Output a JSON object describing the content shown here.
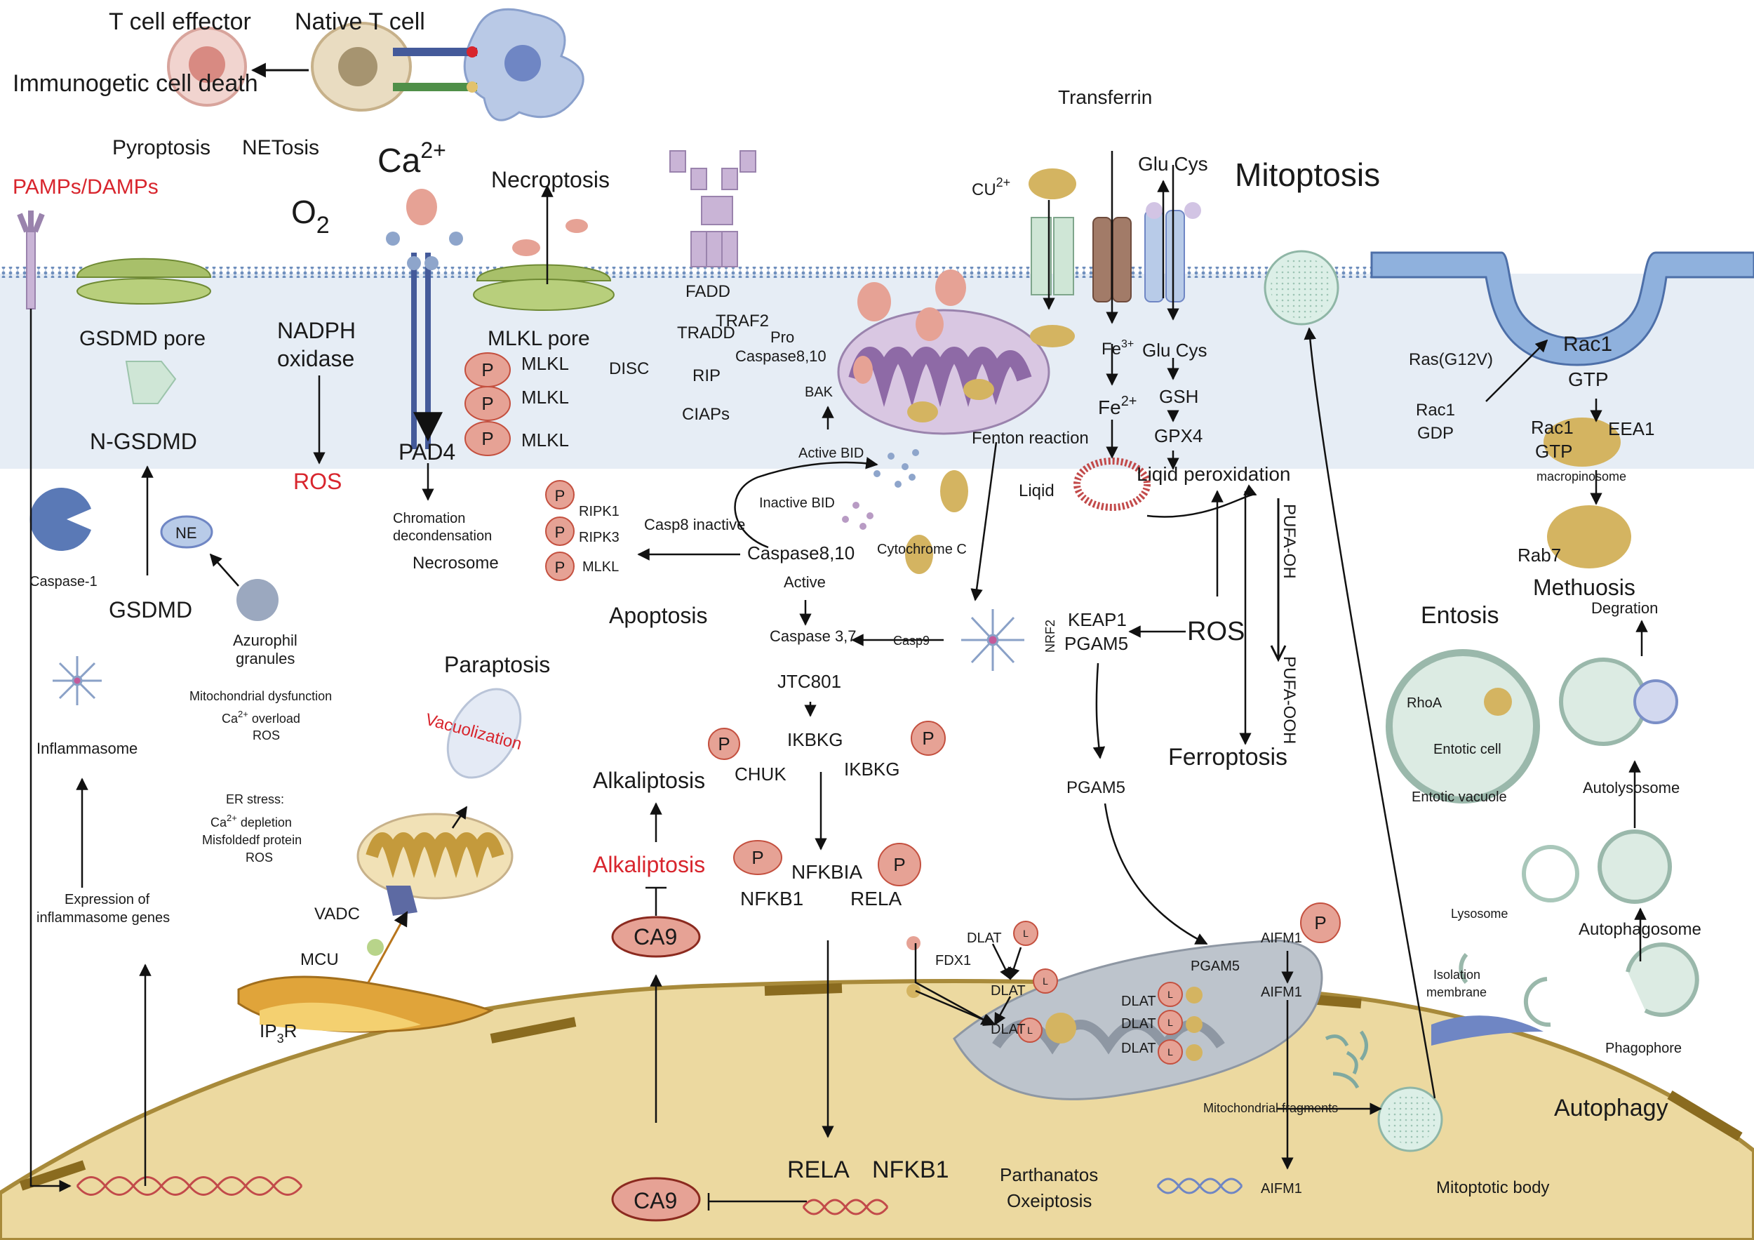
{
  "colors": {
    "cytoplasm": "#e6edf5",
    "membrane": "#8fa8c9",
    "nucleus": "#ecd9a0",
    "nucleus_edge": "#a88a3a",
    "phospho": "#e6a295",
    "phospho_edge": "#c4503f",
    "red_text": "#d8252d",
    "gsdmd_green": "#a8c06a",
    "mito_purple": "#b89bc4",
    "gold": "#d4b461",
    "grey_mito": "#bdc4cc",
    "vesicle": "#cfe3dc"
  },
  "labels": {
    "t_cell_effector": "T cell effector",
    "native_t_cell": "Native T cell",
    "immunogenic_cell_death": "Immunogetic cell death",
    "pyroptosis": "Pyroptosis",
    "netosis": "NETosis",
    "pamps_damps": "PAMPs/DAMPs",
    "o2_base": "O",
    "o2_sub": "2",
    "ca_base": "Ca",
    "ca_sup": "2+",
    "necroptosis": "Necroptosis",
    "transferrin": "Transferrin",
    "cu_base": "CU",
    "cu_sup": "2+",
    "glu_cys_top": "Glu Cys",
    "mitoptosis": "Mitoptosis",
    "gsdmd_pore": "GSDMD pore",
    "nadph": "NADPH",
    "oxidase": "oxidase",
    "mlkl_pore": "MLKL pore",
    "fadd": "FADD",
    "traf2": "TRAF2",
    "tradd": "TRADD",
    "pro": "Pro",
    "caspase810_pro": "Caspase8,10",
    "mlkl1": "MLKL",
    "mlkl2": "MLKL",
    "mlkl3": "MLKL",
    "disc": "DISC",
    "rip": "RIP",
    "ciaps": "CIAPs",
    "bak": "BAK",
    "fe3_base": "Fe",
    "fe3_sup": "3+",
    "fe2_base": "Fe",
    "fe2_sup": "2+",
    "glu_cys_mid": "Glu Cys",
    "gsh": "GSH",
    "gpx4": "GPX4",
    "ras": "Ras(G12V)",
    "rac1_top": "Rac1",
    "gtp_top": "GTP",
    "rac1_gdp_1": "Rac1",
    "rac1_gdp_2": "GDP",
    "rac1_gtp_1": "Rac1",
    "rac1_gtp_2": "GTP",
    "eea1": "EEA1",
    "macropinosome": "macropinosome",
    "n_gsdmd": "N-GSDMD",
    "pad4": "PAD4",
    "ros_red": "ROS",
    "fenton": "Fenton reaction",
    "active_bid": "Active BID",
    "liqid": "Liqid",
    "lipid_perox": "Liqid peroxidation",
    "chromation1": "Chromation",
    "chromation2": "decondensation",
    "necrosome": "Necrosome",
    "ripk1": "RIPK1",
    "ripk3": "RIPK3",
    "mlkl4": "MLKL",
    "inactive_bid": "Inactive BID",
    "casp8_inactive": "Casp8 inactive",
    "caspase810": "Caspase8,10",
    "cytochrome_c": "Cytochrome C",
    "active": "Active",
    "caspase1": "Caspase-1",
    "ne": "NE",
    "gsdmd": "GSDMD",
    "azurophil1": "Azurophil",
    "azurophil2": "granules",
    "apoptosis": "Apoptosis",
    "caspase37": "Caspase 3,7",
    "casp9": "Casp9",
    "nrf2": "NRF2",
    "keap1": "KEAP1",
    "pgam5_a": "PGAM5",
    "ros_big": "ROS",
    "pufa_oh": "PUFA-OH",
    "pufa_ooh": "PUFA-OOH",
    "rab7": "Rab7",
    "methuosis": "Methuosis",
    "entosis": "Entosis",
    "degration": "Degration",
    "mito_dys": "Mitochondrial dysfunction",
    "ca_overload_base": "Ca",
    "ca_overload_sup": "2+",
    "ca_overload_rest": " overload",
    "ros_small1": "ROS",
    "paraptosis": "Paraptosis",
    "jtc801": "JTC801",
    "inflammasome": "Inflammasome",
    "vacuolization": "Vacuolization",
    "ikbkg1": "IKBKG",
    "chuk": "CHUK",
    "ikbkg2": "IKBKG",
    "alkaliptosis": "Alkaliptosis",
    "ferroptosis": "Ferroptosis",
    "pgam5_b": "PGAM5",
    "rhoa": "RhoA",
    "entotic_cell": "Entotic cell",
    "entotic_vacuole": "Entotic vacuole",
    "autolysosome": "Autolysosome",
    "er_stress": "ER stress:",
    "ca_depl_base": "Ca",
    "ca_depl_sup": "2+",
    "ca_depl_rest": " depletion",
    "misfolded": "Misfoldedf protein",
    "ros_small2": "ROS",
    "alkaliptosis_red": "Alkaliptosis",
    "nfkbia": "NFKBIA",
    "nfkb1_a": "NFKB1",
    "rela_a": "RELA",
    "expr1": "Expression of",
    "expr2": "inflammasome genes",
    "vadc": "VADC",
    "ca9_a": "CA9",
    "lysosome": "Lysosome",
    "autophagosome": "Autophagosome",
    "aifm1_a": "AIFM1",
    "dlat1": "DLAT",
    "mcu": "MCU",
    "fdx1": "FDX1",
    "pgam5_c": "PGAM5",
    "aifm1_b": "AIFM1",
    "isolation1": "Isolation",
    "isolation2": "membrane",
    "dlat2": "DLAT",
    "dlat3": "DLAT",
    "dlat4": "DLAT",
    "dlat5": "DLAT",
    "dlat6": "DLAT",
    "ip3r_base": "IP",
    "ip3r_sub": "3",
    "ip3r_rest": "R",
    "phagophore": "Phagophore",
    "mito_fragments": "Mitochondrial fragments",
    "autophagy": "Autophagy",
    "rela_b": "RELA",
    "nfkb1_b": "NFKB1",
    "parthanatos": "Parthanatos",
    "oxeiptosis": "Oxeiptosis",
    "ca9_b": "CA9",
    "aifm1_c": "AIFM1",
    "mitoptotic_body": "Mitoptotic body",
    "p": "P",
    "l": "L"
  }
}
